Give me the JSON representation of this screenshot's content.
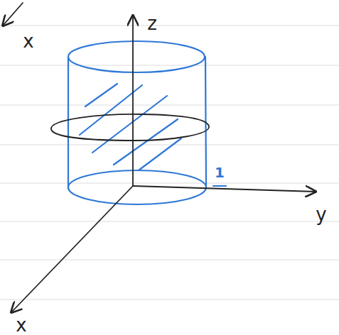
{
  "diagram": {
    "labels": [
      "x",
      "z",
      "1",
      "y",
      "x"
    ]
  }
}
